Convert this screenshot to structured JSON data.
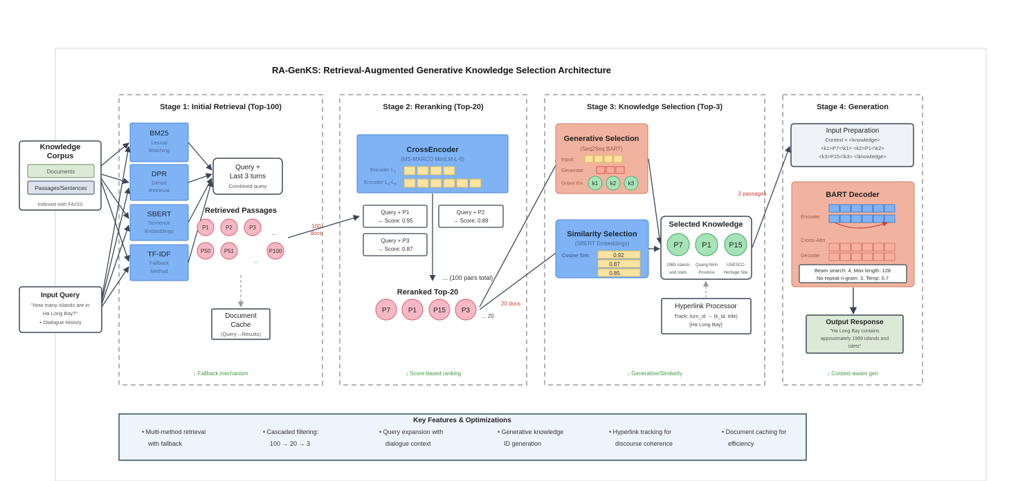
{
  "title": "RA-GenKS: Retrieval-Augmented Generative Knowledge Selection Architecture",
  "colors": {
    "blue_fill": "#7fb3f5",
    "blue_stroke": "#4a86d8",
    "green_fill": "#dbead6",
    "green_stroke": "#6b8f64",
    "pink_fill": "#f6b9c3",
    "pink_stroke": "#d9707f",
    "salmon_fill": "#f1b39f",
    "salmon_stroke": "#cf7d63",
    "yellow_fill": "#fbe3a2",
    "yellow_stroke": "#d8b450",
    "teal_fill": "#a6e4b8",
    "teal_stroke": "#4fae70",
    "panel_fill": "#eef4fb",
    "panel_stroke": "#2f4a6b",
    "accent_red": "#d03a2e",
    "note_green": "#3d9b45"
  },
  "knowledge_corpus": {
    "title_line1": "Knowledge",
    "title_line2": "Corpus",
    "item1": "Documents",
    "item2": "Passages/Sentences",
    "note": "Indexed with FAISS"
  },
  "input_query": {
    "title": "Input Query",
    "line1": "\"How many islands are in",
    "line2": "Ha Long Bay?\"",
    "line3": "+ Dialogue History"
  },
  "stage1": {
    "title": "Stage 1: Initial Retrieval (Top-100)",
    "methods": [
      {
        "name": "BM25",
        "sub1": "Lexical",
        "sub2": "Matching"
      },
      {
        "name": "DPR",
        "sub1": "Dense",
        "sub2": "Retrieval"
      },
      {
        "name": "SBERT",
        "sub1": "Sentence",
        "sub2": "Embeddings"
      },
      {
        "name": "TF-IDF",
        "sub1": "Fallback",
        "sub2": "Method"
      }
    ],
    "query_box": {
      "line1": "Query +",
      "line2": "Last 3 turns",
      "line3": "Combined query"
    },
    "retrieved_title": "Retrieved Passages",
    "passages_row1": [
      "P1",
      "P2",
      "P3"
    ],
    "passages_row2": [
      "P50",
      "P51",
      "P100"
    ],
    "ellipsis": "...",
    "cache": {
      "line1": "Document",
      "line2": "Cache",
      "line3": "(Query→Results)"
    },
    "footer": "↓ Fallback mechanism",
    "docs_label_line1": "100",
    "docs_label_line2": "docs"
  },
  "stage2": {
    "title": "Stage 2: Reranking (Top-20)",
    "cross_encoder": {
      "title": "CrossEncoder",
      "subtitle": "(MS-MARCO MiniLM-L-6)",
      "enc1": "Encoder L",
      "enc2": "Encoder L"
    },
    "pairs": [
      {
        "line1": "Query + P1",
        "line2": "→ Score: 0.95"
      },
      {
        "line1": "Query + P2",
        "line2": "→ Score: 0.89"
      },
      {
        "line1": "Query + P3",
        "line2": "→ Score: 0.87"
      }
    ],
    "pairs_total": "... (100 pairs total)",
    "reranked_title": "Reranked Top-20",
    "reranked": [
      "P7",
      "P1",
      "P15",
      "P3"
    ],
    "reranked_more": "... 20",
    "footer": "↓ Score-based ranking",
    "docs_label": "20 docs"
  },
  "stage3": {
    "title": "Stage 3: Knowledge Selection (Top-3)",
    "generative": {
      "title": "Generative Selection",
      "subtitle": "(Seq2Seq BART)",
      "input": "Input:",
      "generate": "Generate:",
      "output_ids": "Output IDs:",
      "ids": [
        "k1",
        "k2",
        "k3"
      ]
    },
    "similarity": {
      "title": "Similarity Selection",
      "subtitle": "(SBERT Embeddings)",
      "cosine": "Cosine Sim:",
      "scores": [
        "0.92",
        "0.87",
        "0.85"
      ]
    },
    "selected": {
      "title": "Selected Knowledge",
      "items": [
        {
          "id": "P7",
          "line1": "1969 islands",
          "line2": "and islets"
        },
        {
          "id": "P1",
          "line1": "Quang Ninh",
          "line2": "Province"
        },
        {
          "id": "P15",
          "line1": "UNESCO",
          "line2": "Heritage Site"
        }
      ]
    },
    "hyperlink": {
      "title": "Hyperlink Processor",
      "line1": "Track: turn_id → (k_id, title)",
      "line2": "[Ha Long Bay]"
    },
    "footer": "↓ Generative/Similarity",
    "passages_label": "3 passages"
  },
  "stage4": {
    "title": "Stage 4: Generation",
    "input_prep": {
      "title": "Input Preparation",
      "line1": "Context + <knowledge>",
      "line2": "<k1>P7<\\k1> <k2>P1<\\k2>",
      "line3": "<k3>P15<\\k3> <\\knowledge>"
    },
    "decoder": {
      "title": "BART Decoder",
      "encoder": "Encoder",
      "cross_attn": "Cross-Attn",
      "decoder": "Decoder",
      "params1": "Beam search: 4, Max length: 128",
      "params2": "No repeat n-gram: 3, Temp: 0.7"
    },
    "output": {
      "title": "Output Response",
      "line1": "\"Ha Long Bay contains",
      "line2": "approximately 1969 islands and",
      "line3": "islets\""
    },
    "footer": "↓ Context-aware gen"
  },
  "features": {
    "title": "Key Features & Optimizations",
    "items": [
      {
        "line1": "• Multi-method retrieval",
        "line2": "with fallback"
      },
      {
        "line1": "• Cascaded filtering:",
        "line2": "100 → 20 → 3"
      },
      {
        "line1": "• Query expansion with",
        "line2": "dialogue context"
      },
      {
        "line1": "• Generative knowledge",
        "line2": "ID generation"
      },
      {
        "line1": "• Hyperlink tracking for",
        "line2": "discourse coherence"
      },
      {
        "line1": "• Document caching for",
        "line2": "efficiency"
      }
    ]
  }
}
